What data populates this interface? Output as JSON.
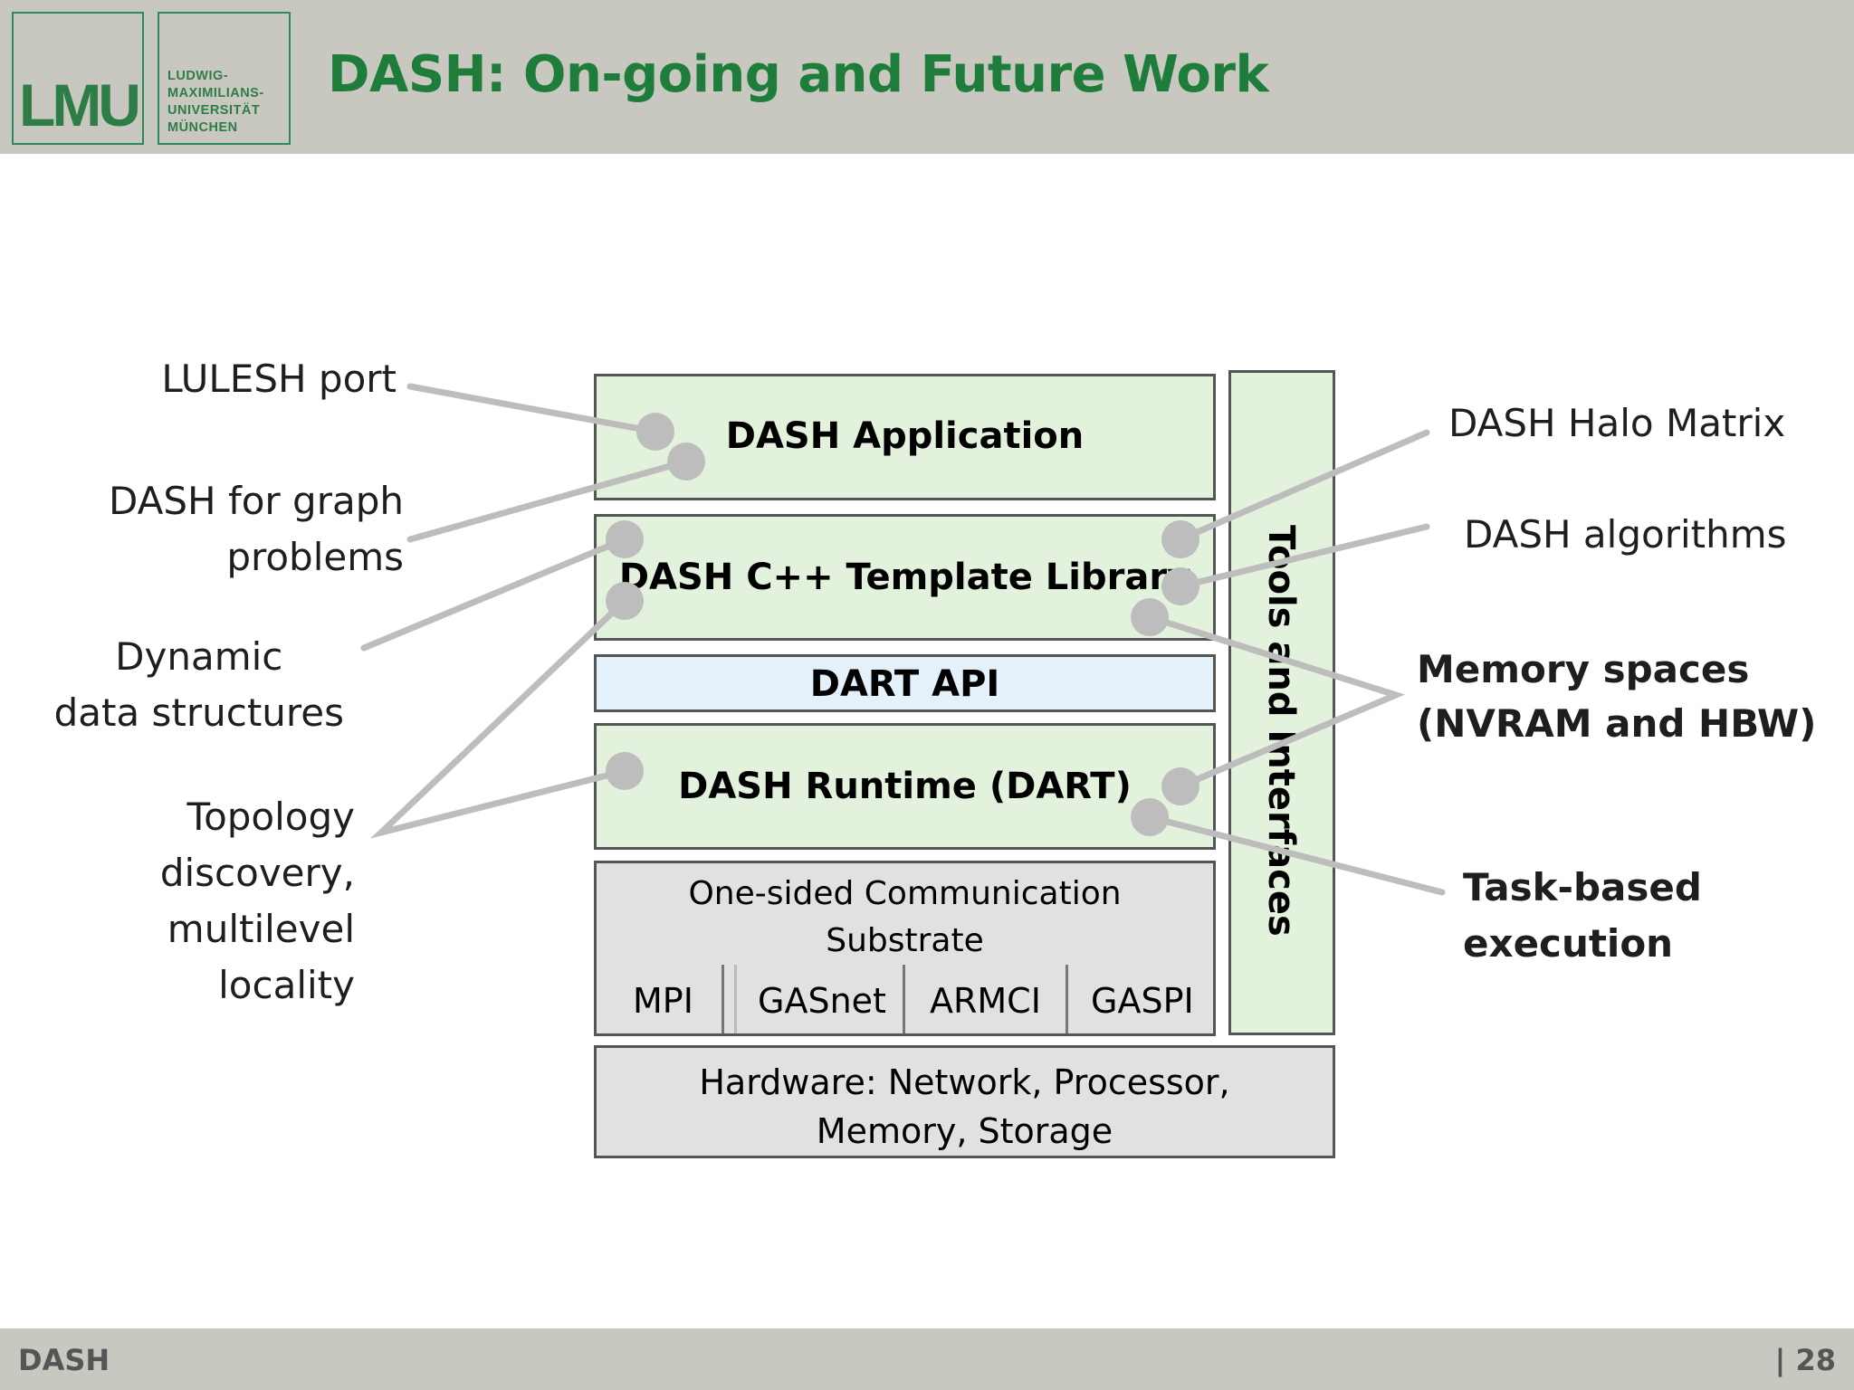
{
  "header": {
    "title": "DASH: On-going and Future Work",
    "logo_lmu": "LMU",
    "logo_lines": [
      "LUDWIG-",
      "MAXIMILIANS-",
      "UNIVERSITÄT",
      "MÜNCHEN"
    ]
  },
  "diagram": {
    "layers": {
      "application": "DASH Application",
      "template_library": "DASH  C++ Template Library",
      "dart_api": "DART API",
      "runtime": "DASH Runtime (DART)",
      "comm_substrate": [
        "One-sided Communication",
        "Substrate"
      ],
      "substrates": [
        "MPI",
        "GASnet",
        "ARMCI",
        "GASPI"
      ],
      "hardware": [
        "Hardware: Network, Processor,",
        "Memory, Storage"
      ],
      "tools": "Tools and Interfaces"
    },
    "left_labels": {
      "lulesh": [
        "LULESH port"
      ],
      "graph": [
        "DASH for graph",
        "problems"
      ],
      "dynamic": [
        "Dynamic",
        "data structures"
      ],
      "topology": [
        "Topology",
        "discovery,",
        "multilevel",
        "locality"
      ]
    },
    "right_labels": {
      "halo": [
        "DASH Halo Matrix"
      ],
      "algorithms": [
        "DASH algorithms"
      ],
      "memory": [
        "Memory spaces",
        "(NVRAM and HBW)"
      ],
      "tasks": [
        "Task-based",
        "execution"
      ]
    }
  },
  "footer": {
    "left": "DASH",
    "right": "| 28"
  },
  "colors": {
    "title_green": "#1e7d3a",
    "header_grey": "#c8c8c1",
    "layer_green": "#e2f2dc",
    "layer_blue": "#e4f1fb",
    "layer_grey": "#e1e0e2",
    "connector_grey": "#bdbdbd"
  }
}
